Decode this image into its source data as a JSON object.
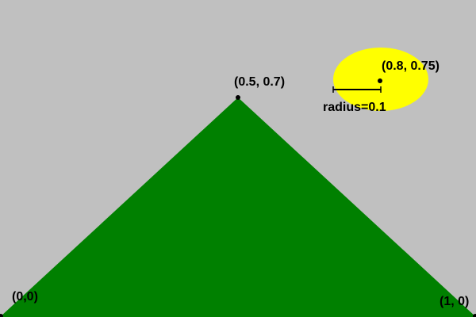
{
  "scene": {
    "background_color": "#c0c0c0",
    "mountain_color": "#008000",
    "sun_color": "#ffff00",
    "point_color": "#000000"
  },
  "coordinate_labels": {
    "origin": "(0,0)",
    "right_base": "(1, 0)",
    "peak": "(0.5, 0.7)",
    "sun_center": "(0.8, 0.75)"
  },
  "sun": {
    "radius_label": "radius=0.1"
  }
}
